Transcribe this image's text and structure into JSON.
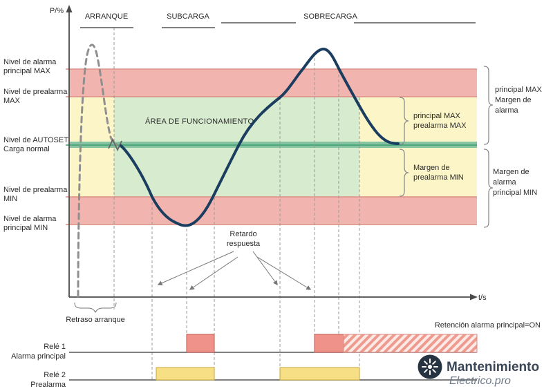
{
  "axis": {
    "y_label": "P/%",
    "x_label": "t/s"
  },
  "phases": {
    "arranque": "ARRANQUE",
    "subcarga": "SUBCARGA",
    "sobrecarga": "SOBRECARGA"
  },
  "levels": {
    "alarm_max": {
      "line1": "Nivel de alarma",
      "line2": "principal MAX"
    },
    "prealarm_max": {
      "line1": "Nivel de prealarma",
      "line2": "MAX"
    },
    "autoset": {
      "line1": "Nivel de AUTOSET",
      "line2": "Carga normal"
    },
    "prealarm_min": {
      "line1": "Nivel de prealarma",
      "line2": "MIN"
    },
    "alarm_min": {
      "line1": "Nivel de alarma",
      "line2": "principal MIN"
    }
  },
  "operating_area_label": "ÁREA DE FUNCIONAMIENTO",
  "annotations": {
    "startup_delay": "Retraso arranque",
    "response_delay_line1": "Retardo",
    "response_delay_line2": "respuesta",
    "retention": "Retención alarma principal=ON"
  },
  "margins": {
    "inner_top": {
      "line1": "principal MAX",
      "line2": "prealarma MAX"
    },
    "inner_bottom": {
      "line1": "Margen de",
      "line2": "prealarma MIN"
    },
    "outer_top": {
      "line1": "principal MAX",
      "line2": "Margen de",
      "line3": "alarma"
    },
    "outer_bottom": {
      "line1": "Margen de",
      "line2": "alarma",
      "line3": "principal MIN"
    }
  },
  "relays": {
    "relay1": {
      "name": "Relé 1",
      "desc": "Alarma principal"
    },
    "relay2": {
      "name": "Relé 2",
      "desc": "Prealarma"
    }
  },
  "logo": {
    "line1": "Mantenimiento",
    "line2": "Electrico.pro"
  },
  "colors": {
    "red_band": "#f2b4ae",
    "red_line": "#db8e84",
    "yellow_band": "#fbf5c8",
    "green_band": "#d7ebcf",
    "autoset_band": "#85c3a1",
    "autoset_line": "#3f9e73",
    "load_curve": "#1b3d5f",
    "startup_curve": "#8f8f8f",
    "relay_red": "#ef938a",
    "relay_yellow": "#f6df85"
  }
}
